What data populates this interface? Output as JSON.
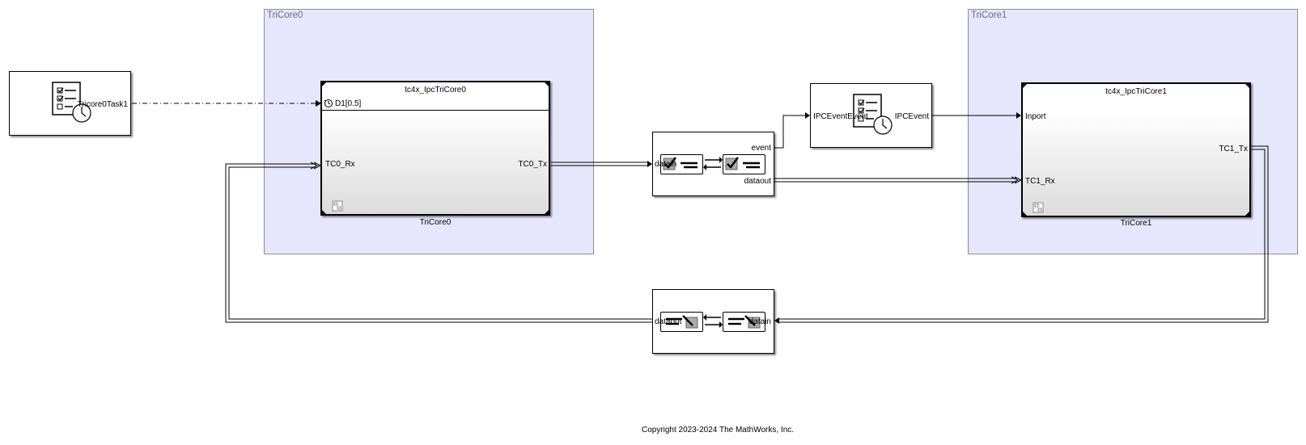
{
  "areas": {
    "core0": "TriCore0",
    "core1": "TriCore1"
  },
  "task_block": {
    "port_out": "Tricore0Task1",
    "icon": "task-clock-icon"
  },
  "core0_block": {
    "title": "tc4x_IpcTriCore0",
    "trigger_port": "D1[0.5]",
    "in_port": "TC0_Rx",
    "out_port": "TC0_Tx",
    "name": "TriCore0"
  },
  "ipc_send_block": {
    "in_port": "datain",
    "out_event": "event",
    "out_data": "dataout"
  },
  "event_task_block": {
    "in_port": "IPCEventEvent",
    "out_port": "IPCEvent",
    "icon": "task-clock-icon"
  },
  "core1_block": {
    "title": "tc4x_IpcTriCore1",
    "in_port_event": "Inport",
    "in_port": "TC1_Rx",
    "out_port": "TC1_Tx",
    "name": "TriCore1"
  },
  "ipc_receive_block": {
    "in_port": "datain",
    "out_port": "dataout"
  },
  "footer": {
    "copyright": "Copyright 2023-2024 The MathWorks, Inc."
  },
  "colors": {
    "area_fill": "#e6e6fc",
    "area_border": "#8c8c99",
    "area_title": "#6b6b78"
  }
}
